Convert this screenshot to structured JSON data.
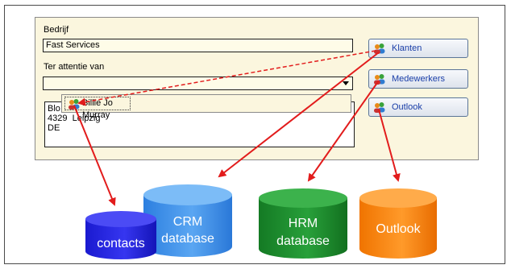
{
  "form": {
    "company_label": "Bedrijf",
    "company_value": "Fast Services",
    "attention_label": "Ter attentie van",
    "attention_value": "",
    "address_lines": [
      "Blo",
      "4329  Leipzig",
      "DE"
    ],
    "dropdown_item": "Billie Jo Murray"
  },
  "buttons": {
    "clients": "Klanten",
    "employees": "Medewerkers",
    "outlook": "Outlook"
  },
  "databases": {
    "contacts": "contacts",
    "crm_line1": "CRM",
    "crm_line2": "database",
    "hrm_line1": "HRM",
    "hrm_line2": "database",
    "outlook": "Outlook"
  },
  "colors": {
    "arrow": "#e21c1c",
    "contacts": "#2222dd",
    "crm": "#3f8fe6",
    "hrm": "#1b8a2c",
    "outlook": "#ff8a10"
  },
  "icons": {
    "people": "people-icon"
  }
}
